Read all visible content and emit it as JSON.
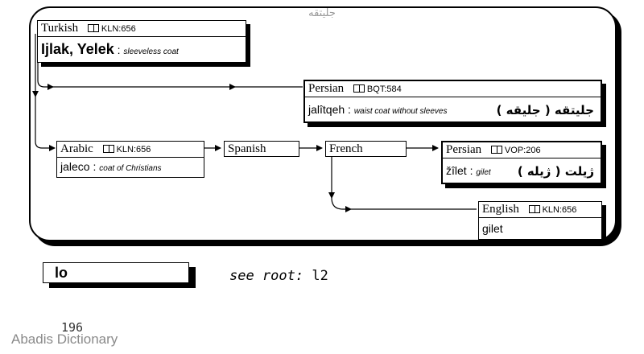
{
  "head_word": "جليتقه",
  "nodes": {
    "turkish": {
      "lang": "Turkish",
      "ref": "KLN:656",
      "word": "Ijlak, Yelek",
      "gloss": "sleeveless coat"
    },
    "persian1": {
      "lang": "Persian",
      "ref": "BQT:584",
      "word": "jalîtqeh",
      "gloss": "waist coat without sleeves",
      "native": "جليتقه ( جليقه )"
    },
    "arabic": {
      "lang": "Arabic",
      "ref": "KLN:656",
      "word": "jaleco",
      "gloss": "coat of Christians"
    },
    "spanish": {
      "lang": "Spanish"
    },
    "french": {
      "lang": "French"
    },
    "persian2": {
      "lang": "Persian",
      "ref": "VOP:206",
      "word": "žîlet",
      "gloss": "gilet",
      "native": "ژيلت ( ژيله )"
    },
    "english": {
      "lang": "English",
      "ref": "KLN:656",
      "word": "gilet"
    }
  },
  "root_box": {
    "label": "lo"
  },
  "see_root": {
    "label": "see root:",
    "value": "l2"
  },
  "page_number": "196",
  "brand": "Abadis Dictionary"
}
